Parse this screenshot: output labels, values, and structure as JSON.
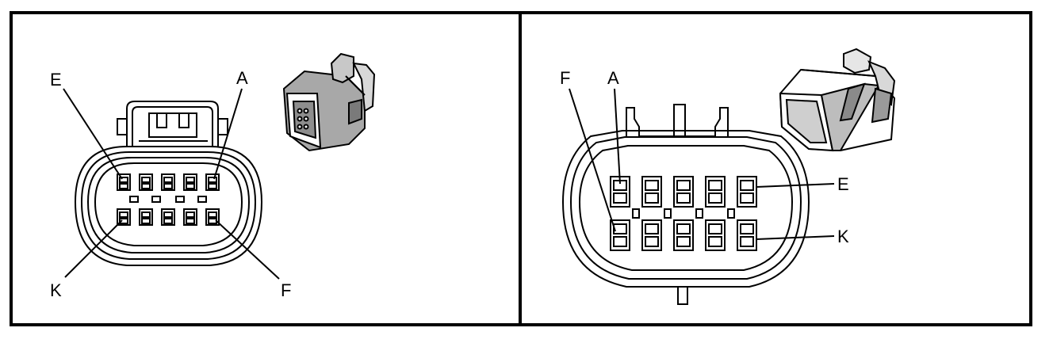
{
  "left_view": {
    "labels": {
      "top_left": "E",
      "top_right": "A",
      "bottom_left": "K",
      "bottom_right": "F"
    }
  },
  "right_view": {
    "labels": {
      "top_left": "F",
      "top_right": "A",
      "right_top": "E",
      "right_bottom": "K"
    }
  },
  "colors": {
    "line": "#000000",
    "shade": "#9a9a9a",
    "shade_dark": "#6b6b6b",
    "background": "#ffffff"
  }
}
